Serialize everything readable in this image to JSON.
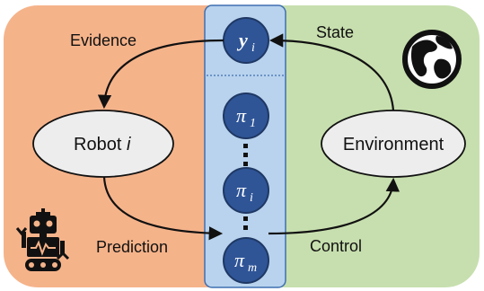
{
  "colors": {
    "robot_panel": "#F5B38A",
    "environment_panel": "#C7DFAE",
    "policy_column": "#B9D3EE",
    "policy_column_border": "#3F6FB0",
    "node_fill": "#2F5597",
    "node_border": "#1F3864",
    "ellipse_fill": "#EDEDED",
    "arrow": "#111111"
  },
  "labels": {
    "evidence": "Evidence",
    "state": "State",
    "prediction": "Prediction",
    "control": "Control",
    "robot_name": "Robot",
    "robot_index": "i",
    "environment": "Environment"
  },
  "policy_nodes": {
    "observation": {
      "symbol": "y",
      "subscript": "i"
    },
    "policy_1": {
      "symbol": "π",
      "subscript": "1"
    },
    "policy_i": {
      "symbol": "π",
      "subscript": "i"
    },
    "policy_m": {
      "symbol": "π",
      "subscript": "m"
    }
  },
  "icons": {
    "robot": "robot-icon",
    "globe": "globe-icon",
    "ellipsis": "vertical-ellipsis-icon"
  }
}
